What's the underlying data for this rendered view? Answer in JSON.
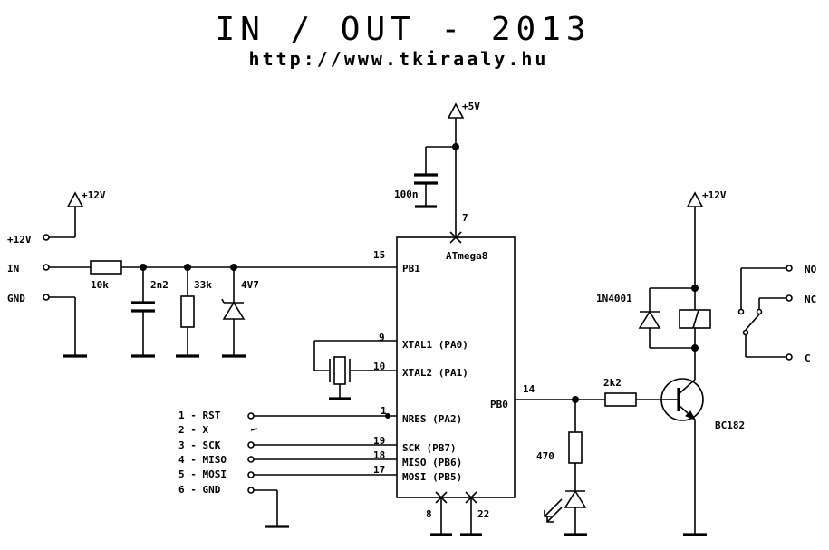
{
  "title": "IN / OUT - 2013",
  "url": "http://www.tkiraaly.hu",
  "supply": {
    "plus5": "+5V",
    "plus12_a": "+12V",
    "plus12_b": "+12V"
  },
  "ic": {
    "name": "ATmega8",
    "vcc_pin": "7",
    "gnd_pin_a": "8",
    "gnd_pin_b": "22",
    "pins": [
      {
        "num": "15",
        "label": "PB1"
      },
      {
        "num": "9",
        "label": "XTAL1 (PA0)"
      },
      {
        "num": "10",
        "label": "XTAL2 (PA1)"
      },
      {
        "num": "1",
        "label": "NRES (PA2)"
      },
      {
        "num": "19",
        "label": "SCK  (PB7)"
      },
      {
        "num": "18",
        "label": "MISO (PB6)"
      },
      {
        "num": "17",
        "label": "MOSI (PB5)"
      }
    ],
    "out_pin_num": "14",
    "out_pin_label": "PB0"
  },
  "inputs": {
    "plus12": "+12V",
    "in": "IN",
    "gnd": "GND"
  },
  "components": {
    "r_in": "10k",
    "c_in": "2n2",
    "r_pull": "33k",
    "zener": "4V7",
    "c_dec": "100n",
    "r_base": "2k2",
    "r_led": "470",
    "diode": "1N4001",
    "transistor": "BC182"
  },
  "isp": [
    "1 - RST",
    "2 - X",
    "3 - SCK",
    "4 - MISO",
    "5 - MOSI",
    "6 - GND"
  ],
  "relay": {
    "no": "NO",
    "nc": "NC",
    "c": "C"
  }
}
